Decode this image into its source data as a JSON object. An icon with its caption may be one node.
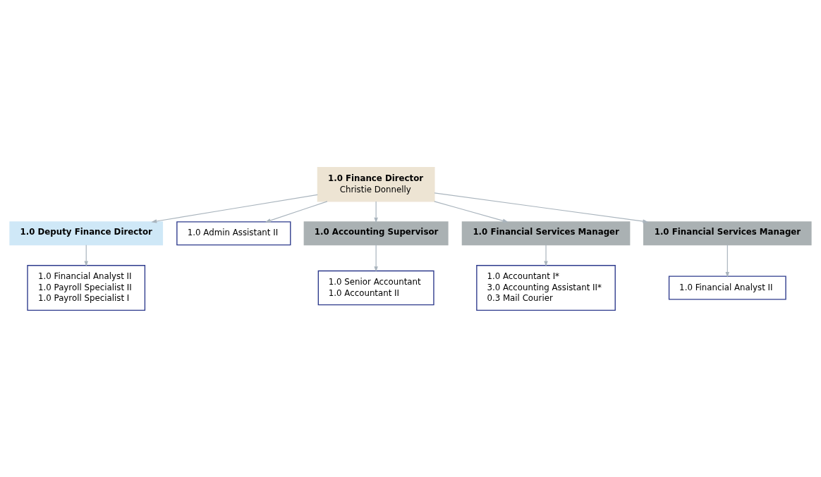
{
  "diagram": {
    "nodes": [
      {
        "text": [
          "1.0 Finance Director",
          "Christie Donnelly"
        ]
      },
      {
        "text": [
          "1.0 Deputy Finance Director"
        ]
      },
      {
        "text": [
          "1.0 Admin Assistant II"
        ]
      },
      {
        "text": [
          "1.0 Financial Analyst II",
          "1.0 Payroll Specialist II",
          "1.0 Payroll Specialist I"
        ]
      },
      {
        "text": [
          "1.0 Accounting Supervisor"
        ]
      },
      {
        "text": [
          "1.0 Senior Accountant",
          "1.0 Accountant II"
        ]
      },
      {
        "text": [
          "1.0 Financial Services Manager"
        ]
      },
      {
        "text": [
          "1.0 Financial Services Manager"
        ]
      },
      {
        "text": [
          "1.0 Accountant I*",
          "3.0 Accounting Assistant II*",
          "0.3 Mail Courier"
        ]
      },
      {
        "text": [
          "1.0 Financial Analyst II"
        ]
      }
    ],
    "edges": [
      {
        "from": 0,
        "to": 1,
        "arrow": "to"
      },
      {
        "from": 0,
        "to": 2,
        "arrow": "to"
      },
      {
        "from": 0,
        "to": 4,
        "arrow": "to"
      },
      {
        "from": 0,
        "to": 6,
        "arrow": "to"
      },
      {
        "from": 0,
        "to": 7,
        "arrow": "to"
      },
      {
        "from": 1,
        "to": 3,
        "arrow": "to"
      },
      {
        "from": 4,
        "to": 5,
        "arrow": "to"
      },
      {
        "from": 6,
        "to": 8,
        "arrow": "to"
      },
      {
        "from": 7,
        "to": 9,
        "arrow": "to"
      }
    ]
  }
}
